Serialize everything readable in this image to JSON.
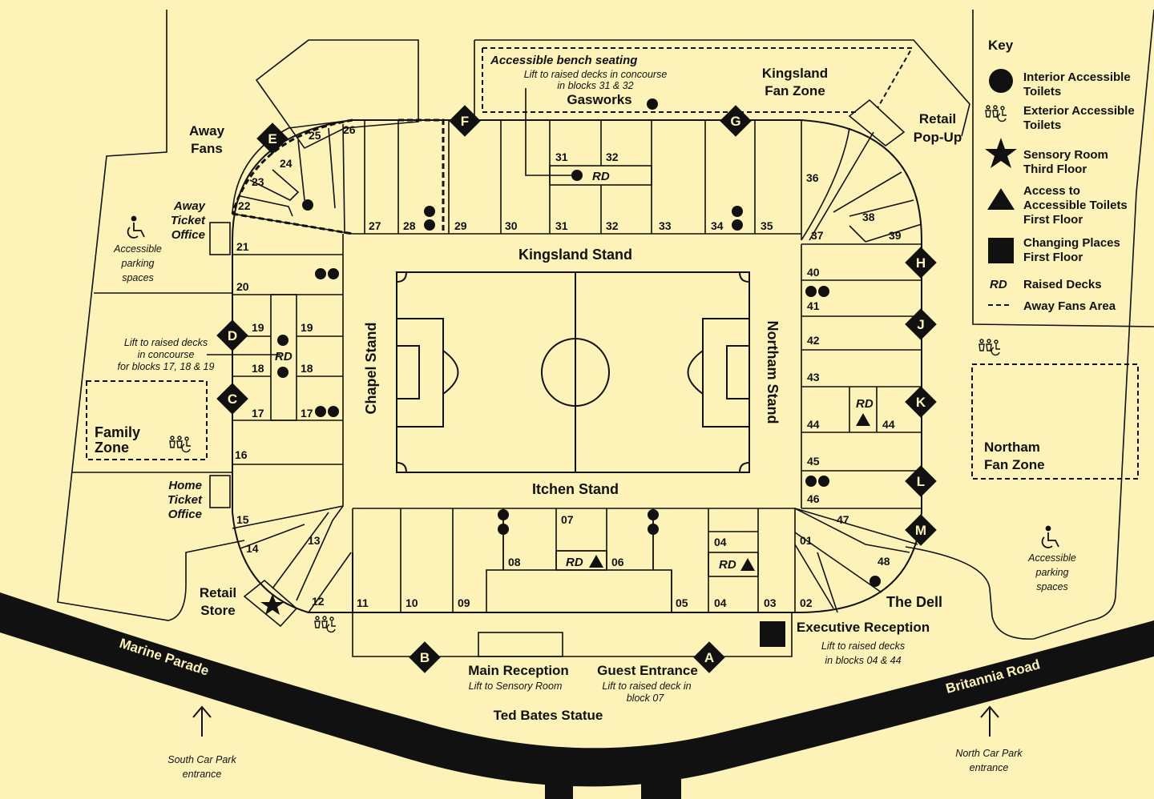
{
  "key": {
    "title": "Key",
    "interior_toilets": [
      "Interior Accessible",
      "Toilets"
    ],
    "exterior_toilets": [
      "Exterior Accessible",
      "Toilets"
    ],
    "sensory_room": [
      "Sensory Room",
      "Third Floor"
    ],
    "access_toilets": [
      "Access to",
      "Accessible Toilets",
      "First Floor"
    ],
    "changing_places": [
      "Changing Places",
      "First Floor"
    ],
    "rd_symbol": "RD",
    "raised_decks": "Raised Decks",
    "away_fans_area": "Away Fans Area"
  },
  "stands": {
    "kingsland": "Kingsland Stand",
    "chapel": "Chapel Stand",
    "northam": "Northam Stand",
    "itchen": "Itchen Stand"
  },
  "areas": {
    "gasworks": "Gasworks",
    "bench_title": "Accessible bench seating",
    "bench_note": [
      "Lift to raised decks in concourse",
      "in blocks 31 & 32"
    ],
    "kingsland_fan_zone": [
      "Kingsland",
      "Fan Zone"
    ],
    "retail_popup": [
      "Retail",
      "Pop-Up"
    ],
    "away_fans": [
      "Away",
      "Fans"
    ],
    "away_ticket_office": [
      "Away",
      "Ticket",
      "Office"
    ],
    "accessible_parking": [
      "Accessible",
      "parking",
      "spaces"
    ],
    "lift_chapel": [
      "Lift to raised decks",
      "in concourse",
      "for blocks 17, 18 & 19"
    ],
    "family_zone": [
      "Family",
      "Zone"
    ],
    "home_ticket_office": [
      "Home",
      "Ticket",
      "Office"
    ],
    "retail_store": [
      "Retail",
      "Store"
    ],
    "northam_fan_zone": [
      "Northam",
      "Fan Zone"
    ],
    "the_dell": "The Dell",
    "executive_reception": "Executive Reception",
    "exec_note": [
      "Lift to raised decks",
      "in blocks 04 & 44"
    ],
    "main_reception": "Main Reception",
    "main_reception_note": "Lift to Sensory Room",
    "guest_entrance": "Guest Entrance",
    "guest_entrance_note": [
      "Lift to raised deck in",
      "block 07"
    ],
    "ted_bates": "Ted Bates Statue",
    "south_car_park": [
      "South Car Park",
      "entrance"
    ],
    "north_car_park": [
      "North Car Park",
      "entrance"
    ]
  },
  "roads": {
    "marine_parade": "Marine Parade",
    "britannia_road": "Britannia Road"
  },
  "gates": [
    "A",
    "B",
    "C",
    "D",
    "E",
    "F",
    "G",
    "H",
    "J",
    "K",
    "L",
    "M"
  ],
  "rd": "RD",
  "blocks": [
    "01",
    "02",
    "03",
    "04",
    "04",
    "05",
    "06",
    "07",
    "08",
    "09",
    "10",
    "11",
    "12",
    "13",
    "14",
    "15",
    "16",
    "17",
    "17",
    "18",
    "18",
    "19",
    "19",
    "20",
    "21",
    "22",
    "23",
    "24",
    "25",
    "26",
    "27",
    "28",
    "29",
    "30",
    "31",
    "31",
    "32",
    "32",
    "33",
    "34",
    "35",
    "36",
    "37",
    "38",
    "39",
    "40",
    "41",
    "42",
    "43",
    "44",
    "44",
    "45",
    "46",
    "47",
    "48"
  ],
  "colors": {
    "background": "#fdf3b8",
    "ink": "#111111"
  }
}
